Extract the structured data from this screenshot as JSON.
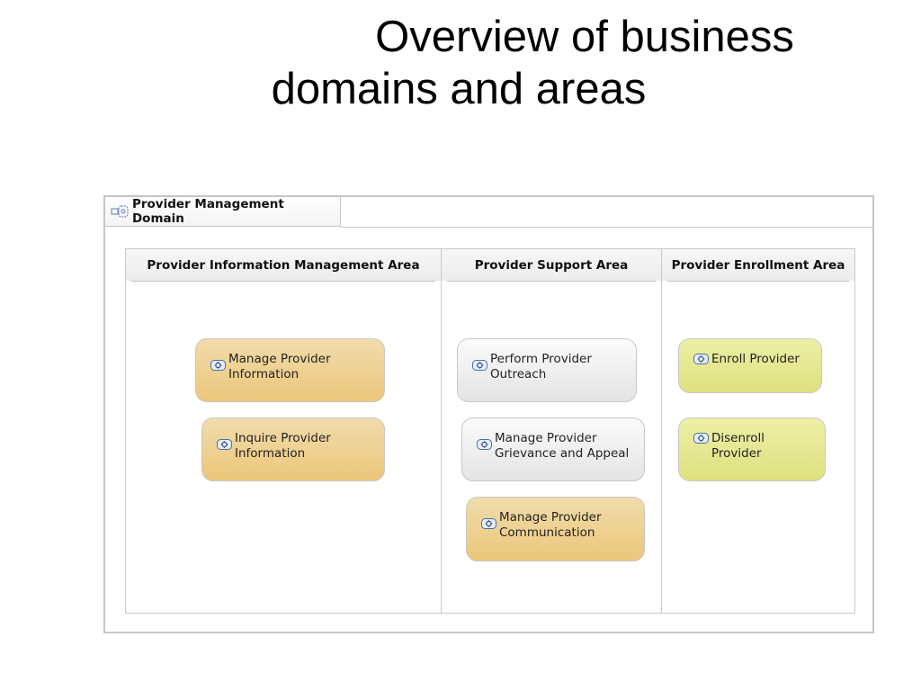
{
  "slide": {
    "title_line1": "Overview of business",
    "title_line2": "domains and areas"
  },
  "domain": {
    "label": "Provider Management Domain",
    "icon": "domain-icon"
  },
  "areas": [
    {
      "title": "Provider Information Management Area",
      "processes": [
        {
          "label": "Manage Provider\nInformation",
          "color": "#ecc67a",
          "icon": "process-icon"
        },
        {
          "label": "Inquire Provider\nInformation",
          "color": "#ecc67a",
          "icon": "process-icon"
        }
      ]
    },
    {
      "title": "Provider Support Area",
      "processes": [
        {
          "label": "Perform Provider\nOutreach",
          "color": "#e4e4e4",
          "icon": "process-icon"
        },
        {
          "label": "Manage Provider\nGrievance and Appeal",
          "color": "#e4e4e4",
          "icon": "process-icon"
        },
        {
          "label": "Manage Provider\nCommunication",
          "color": "#ecc67a",
          "icon": "process-icon"
        }
      ]
    },
    {
      "title": "Provider Enrollment Area",
      "processes": [
        {
          "label": "Enroll Provider",
          "color": "#dfe080",
          "icon": "process-icon"
        },
        {
          "label": "Disenroll Provider",
          "color": "#dfe080",
          "icon": "process-icon"
        }
      ]
    }
  ]
}
